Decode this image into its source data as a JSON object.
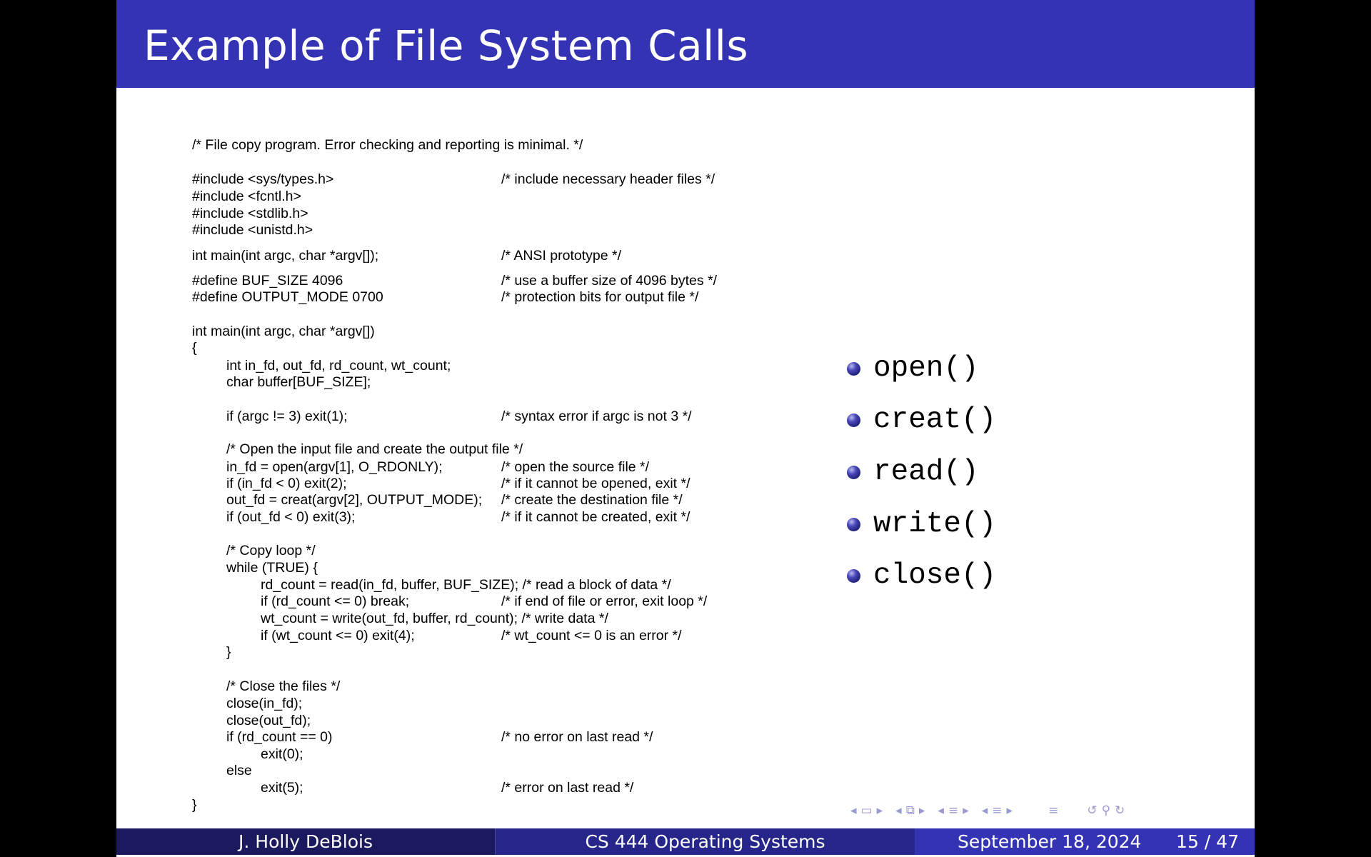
{
  "title": "Example of File System Calls",
  "code": [
    {
      "code": "/* File copy program. Error checking and reporting is minimal. */",
      "comment": "",
      "indent": 0
    },
    {
      "code": "#include <sys/types.h>",
      "comment": "/* include necessary header files */",
      "indent": 0
    },
    {
      "code": "#include <fcntl.h>",
      "comment": "",
      "indent": 0
    },
    {
      "code": "#include <stdlib.h>",
      "comment": "",
      "indent": 0
    },
    {
      "code": "#include <unistd.h>",
      "comment": "",
      "indent": 0
    },
    {
      "code": "int main(int argc, char *argv[]);",
      "comment": "/* ANSI prototype */",
      "indent": 0
    },
    {
      "code": "#define BUF_SIZE 4096",
      "comment": "/* use a buffer size of 4096 bytes */",
      "indent": 0
    },
    {
      "code": "#define OUTPUT_MODE 0700",
      "comment": "/* protection bits for output file */",
      "indent": 0
    },
    {
      "code": "int main(int argc, char *argv[])",
      "comment": "",
      "indent": 0
    },
    {
      "code": "{",
      "comment": "",
      "indent": 0
    },
    {
      "code": "int in_fd, out_fd, rd_count, wt_count;",
      "comment": "",
      "indent": 1
    },
    {
      "code": "char buffer[BUF_SIZE];",
      "comment": "",
      "indent": 1
    },
    {
      "code": "if (argc != 3) exit(1);",
      "comment": "/* syntax error if argc is not 3 */",
      "indent": 1
    },
    {
      "code": "/* Open the input file and create the output file */",
      "comment": "",
      "indent": 1
    },
    {
      "code": "in_fd = open(argv[1], O_RDONLY);",
      "comment": "/* open the source file */",
      "indent": 1
    },
    {
      "code": "if (in_fd < 0) exit(2);",
      "comment": "/* if it cannot be opened, exit */",
      "indent": 1
    },
    {
      "code": "out_fd = creat(argv[2], OUTPUT_MODE);",
      "comment": "/* create the destination file */",
      "indent": 1
    },
    {
      "code": "if (out_fd < 0) exit(3);",
      "comment": "/* if it cannot be created, exit */",
      "indent": 1
    },
    {
      "code": "/* Copy loop */",
      "comment": "",
      "indent": 1
    },
    {
      "code": "while (TRUE) {",
      "comment": "",
      "indent": 1
    },
    {
      "code": "rd_count = read(in_fd, buffer, BUF_SIZE); /* read a block of data */",
      "comment": "",
      "indent": 2
    },
    {
      "code": "if (rd_count <= 0) break;",
      "comment": "/* if end of file or error, exit loop */",
      "indent": 2
    },
    {
      "code": "wt_count = write(out_fd, buffer, rd_count); /* write data */",
      "comment": "",
      "indent": 2
    },
    {
      "code": "if (wt_count <= 0) exit(4);",
      "comment": "/* wt_count <= 0 is an error */",
      "indent": 2
    },
    {
      "code": "}",
      "comment": "",
      "indent": 1
    },
    {
      "code": "/* Close the files */",
      "comment": "",
      "indent": 1
    },
    {
      "code": "close(in_fd);",
      "comment": "",
      "indent": 1
    },
    {
      "code": "close(out_fd);",
      "comment": "",
      "indent": 1
    },
    {
      "code": "if (rd_count == 0)",
      "comment": "/* no error on last read */",
      "indent": 1
    },
    {
      "code": "exit(0);",
      "comment": "",
      "indent": 2
    },
    {
      "code": "else",
      "comment": "",
      "indent": 1
    },
    {
      "code": "exit(5);",
      "comment": "/* error on last read */",
      "indent": 2
    },
    {
      "code": "}",
      "comment": "",
      "indent": 0
    }
  ],
  "bullets": [
    "open()",
    "creat()",
    "read()",
    "write()",
    "close()"
  ],
  "nav_icons": [
    "arrow-left",
    "frame",
    "arrow-right",
    "arrow-left",
    "subsection",
    "arrow-right",
    "arrow-left",
    "section",
    "arrow-right",
    "arrow-left",
    "align",
    "arrow-right",
    "align",
    "undo",
    "search",
    "redo"
  ],
  "footer": {
    "author": "J. Holly DeBlois",
    "course": "CS 444 Operating Systems",
    "date": "September 18, 2024",
    "page": "15 / 47"
  },
  "colors": {
    "header": "#3333b3",
    "footer_left": "#1b1a5e",
    "footer_mid": "#26268a",
    "footer_right": "#3333b3"
  }
}
